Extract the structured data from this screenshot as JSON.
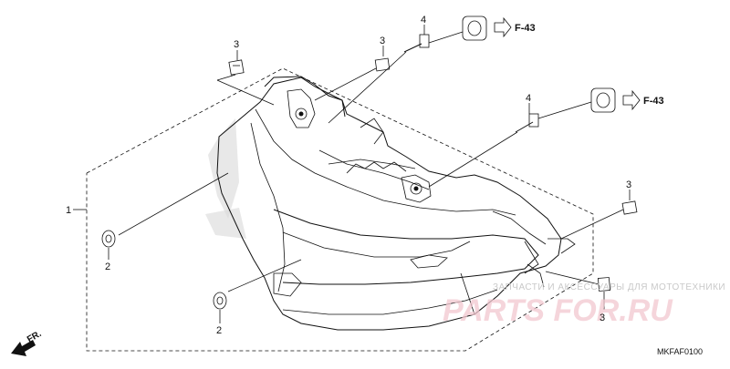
{
  "callouts": {
    "c1": "1",
    "c2_left": "2",
    "c2_bottom": "2",
    "c3_top_left": "3",
    "c3_top_mid": "3",
    "c3_right_mid": "3",
    "c3_right_bottom": "3",
    "c4_top": "4",
    "c4_mid": "4"
  },
  "references": {
    "ref_top": "F-43",
    "ref_mid": "F-43"
  },
  "direction_label": "FR.",
  "diagram_code": "MKFAF0100",
  "watermark": {
    "small_text": "ЗАПЧАСТИ И АКСЕССУАРЫ ДЛЯ МОТОТЕХНИКИ",
    "logo_text": "PARTS FOR.RU"
  },
  "colors": {
    "line": "#111111",
    "watermark_logo": "#f2c8d0",
    "watermark_text": "#c9c9c9"
  }
}
